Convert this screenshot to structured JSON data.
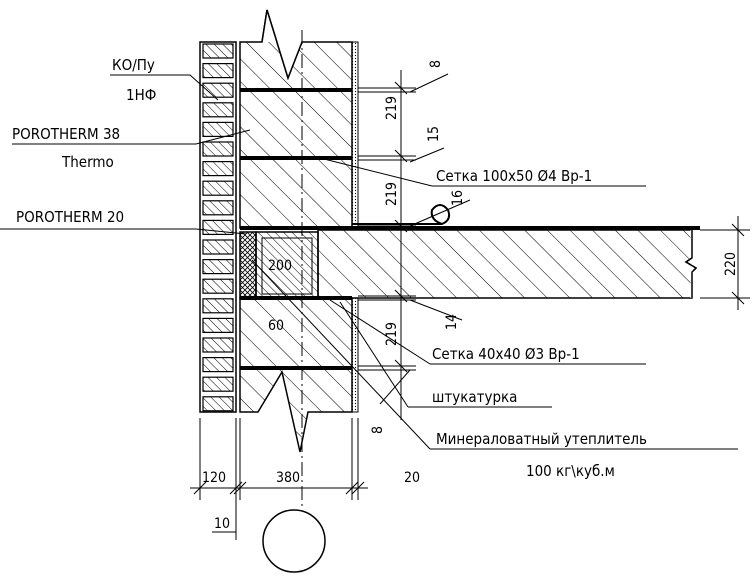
{
  "labels": {
    "facing_brick": "КО/Пу",
    "facing_brick_grade": "1НФ",
    "block_main": "POROTHERM 38",
    "block_main_sub": "Thermo",
    "block_inner": "POROTHERM 20",
    "mesh_top": "Сетка 100х50 Ø4 Вр-1",
    "mesh_bottom": "Сетка 40х40 Ø3 Вр-1",
    "plaster": "штукатурка",
    "insulation": "Минераловатный утеплитель",
    "insulation_density": "100 кг\\куб.м"
  },
  "dimensions": {
    "joint_top": "8",
    "course_1": "219",
    "joint_2": "15",
    "course_2": "219",
    "joint_3": "16",
    "slab_thickness": "220",
    "inner_block": "200",
    "joint_4": "14",
    "course_3": "219",
    "insulation_width": "60",
    "joint_bottom": "8",
    "wall_brick": "120",
    "wall_block": "380",
    "wall_plaster": "20",
    "air_gap": "10"
  }
}
